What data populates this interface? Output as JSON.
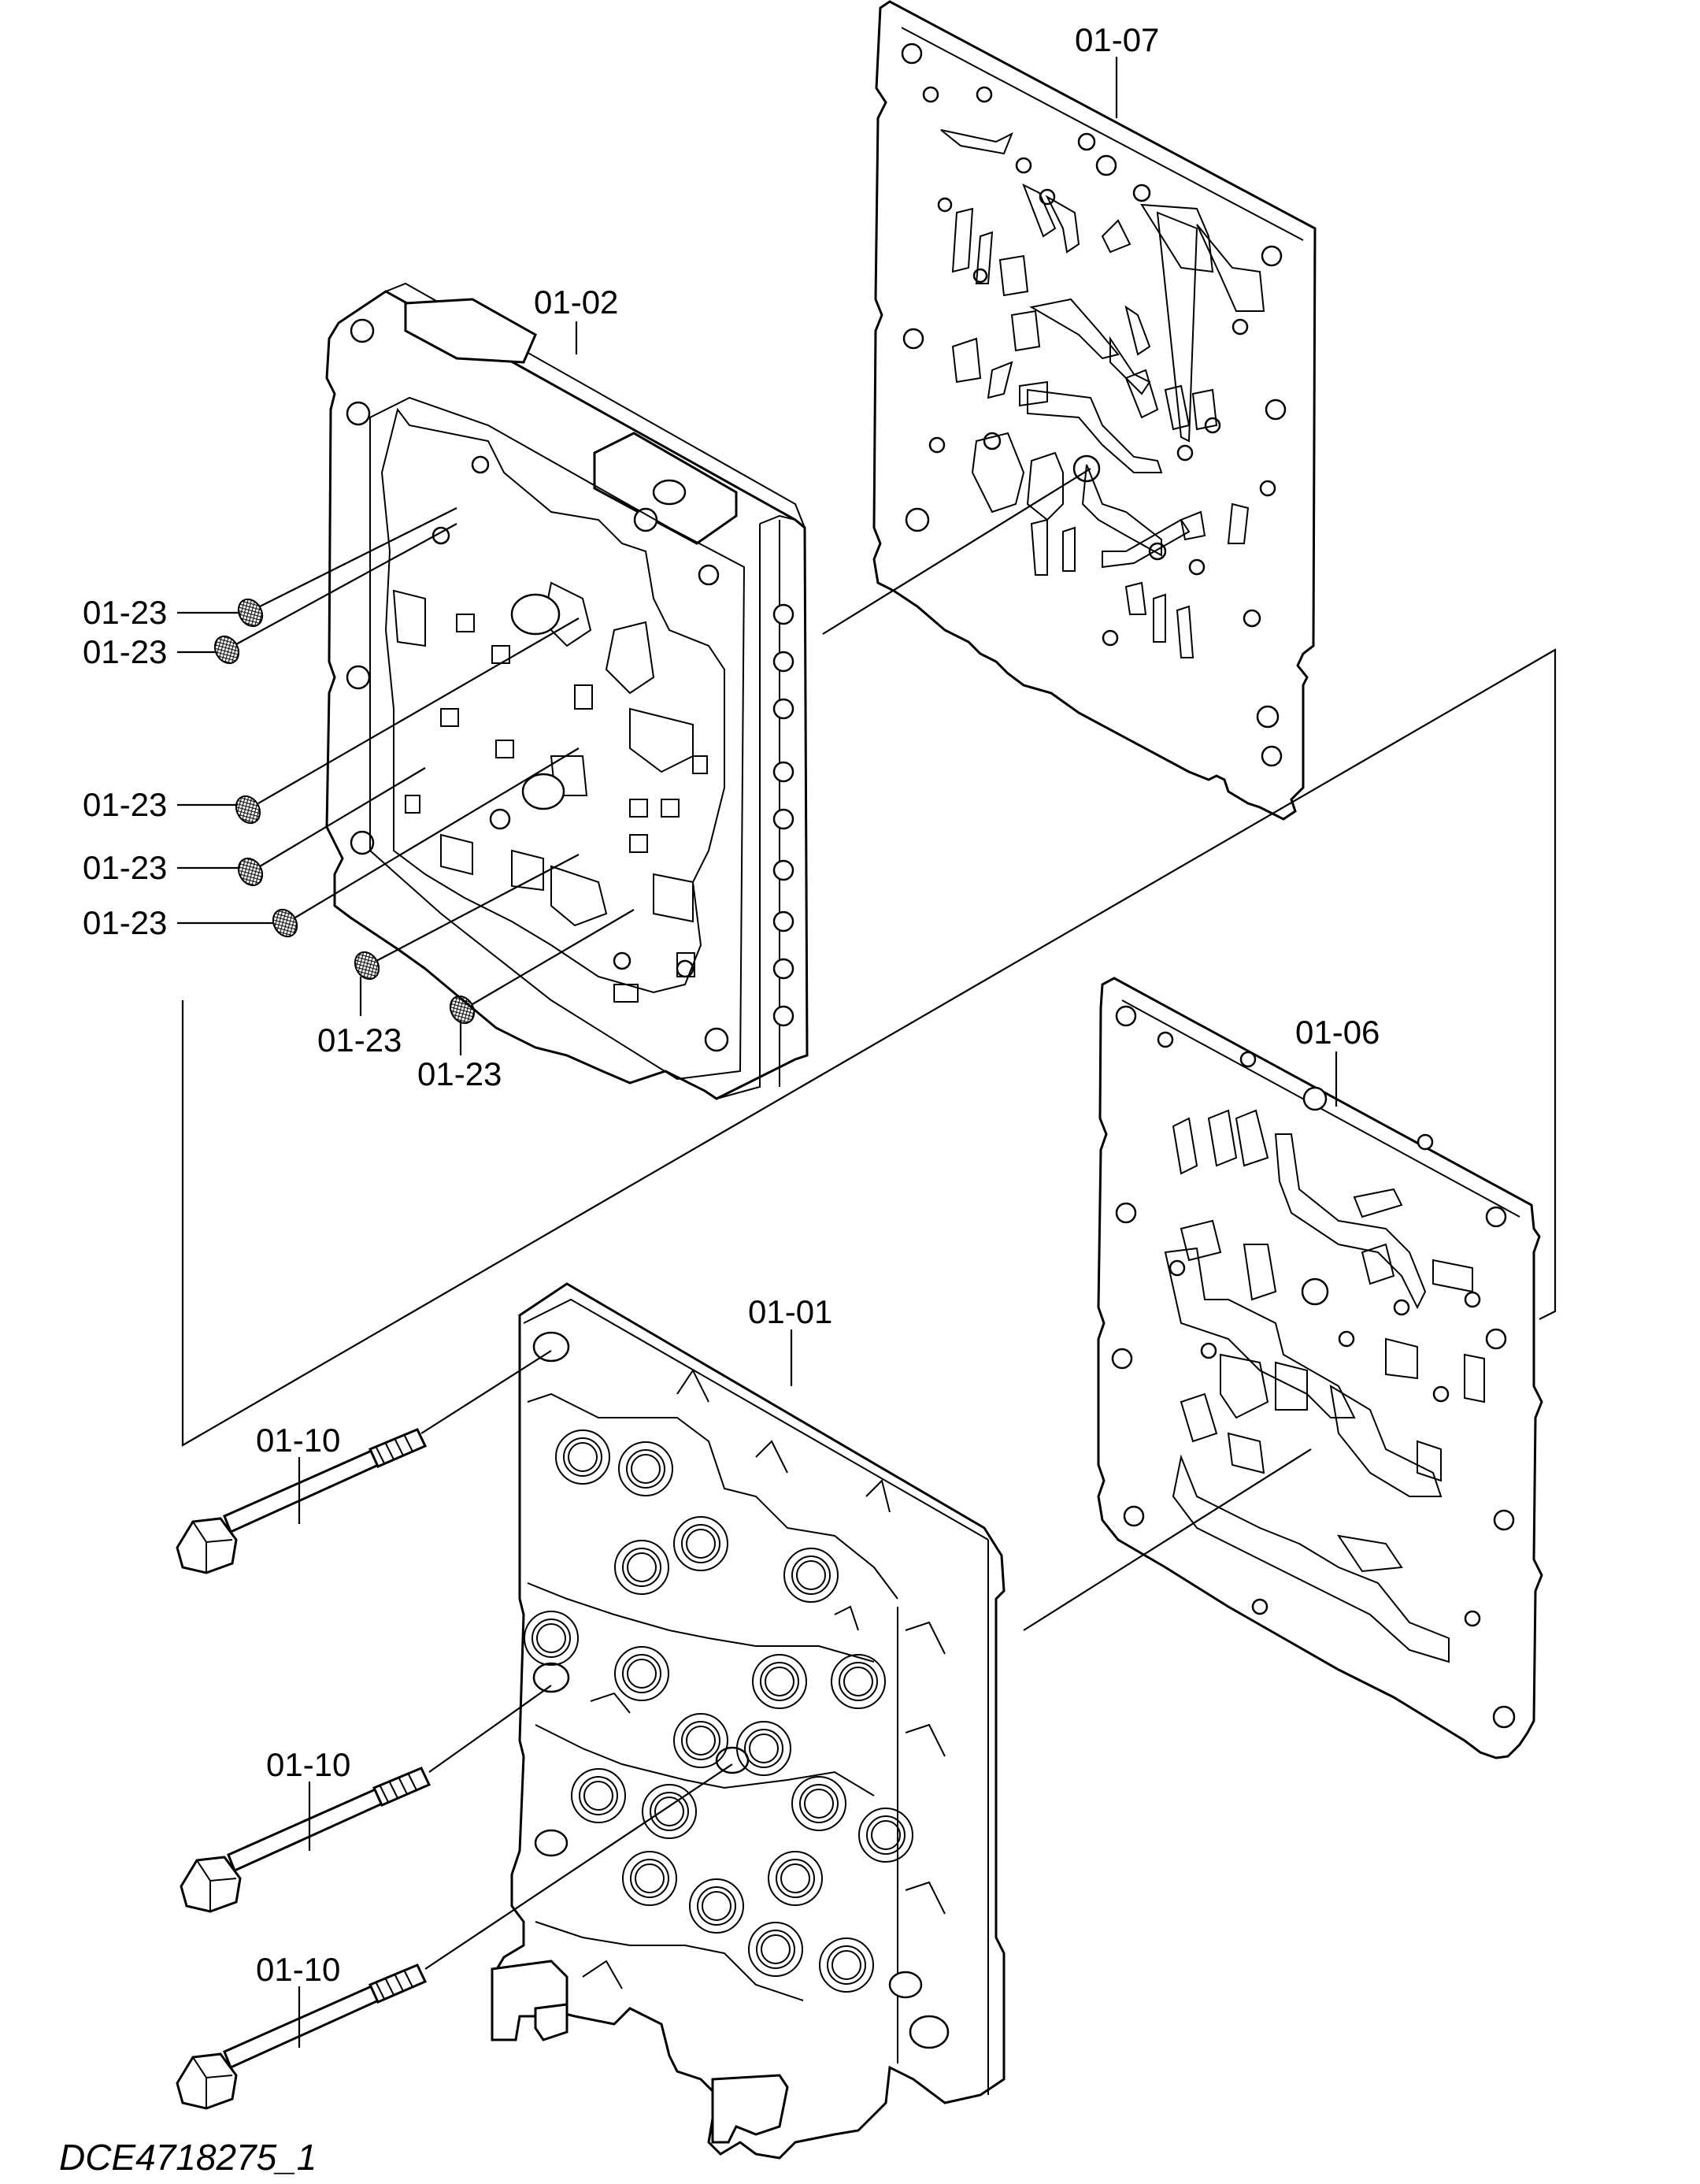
{
  "document_id": "DCE4718275_1",
  "callouts": {
    "plate_top": "01-07",
    "upper_body": "01-02",
    "plate_right": "01-06",
    "lower_body": "01-01",
    "strainer_1": "01-23",
    "strainer_2": "01-23",
    "strainer_3": "01-23",
    "strainer_4": "01-23",
    "strainer_5": "01-23",
    "strainer_6": "01-23",
    "strainer_7": "01-23",
    "bolt_1": "01-10",
    "bolt_2": "01-10",
    "bolt_3": "01-10"
  }
}
